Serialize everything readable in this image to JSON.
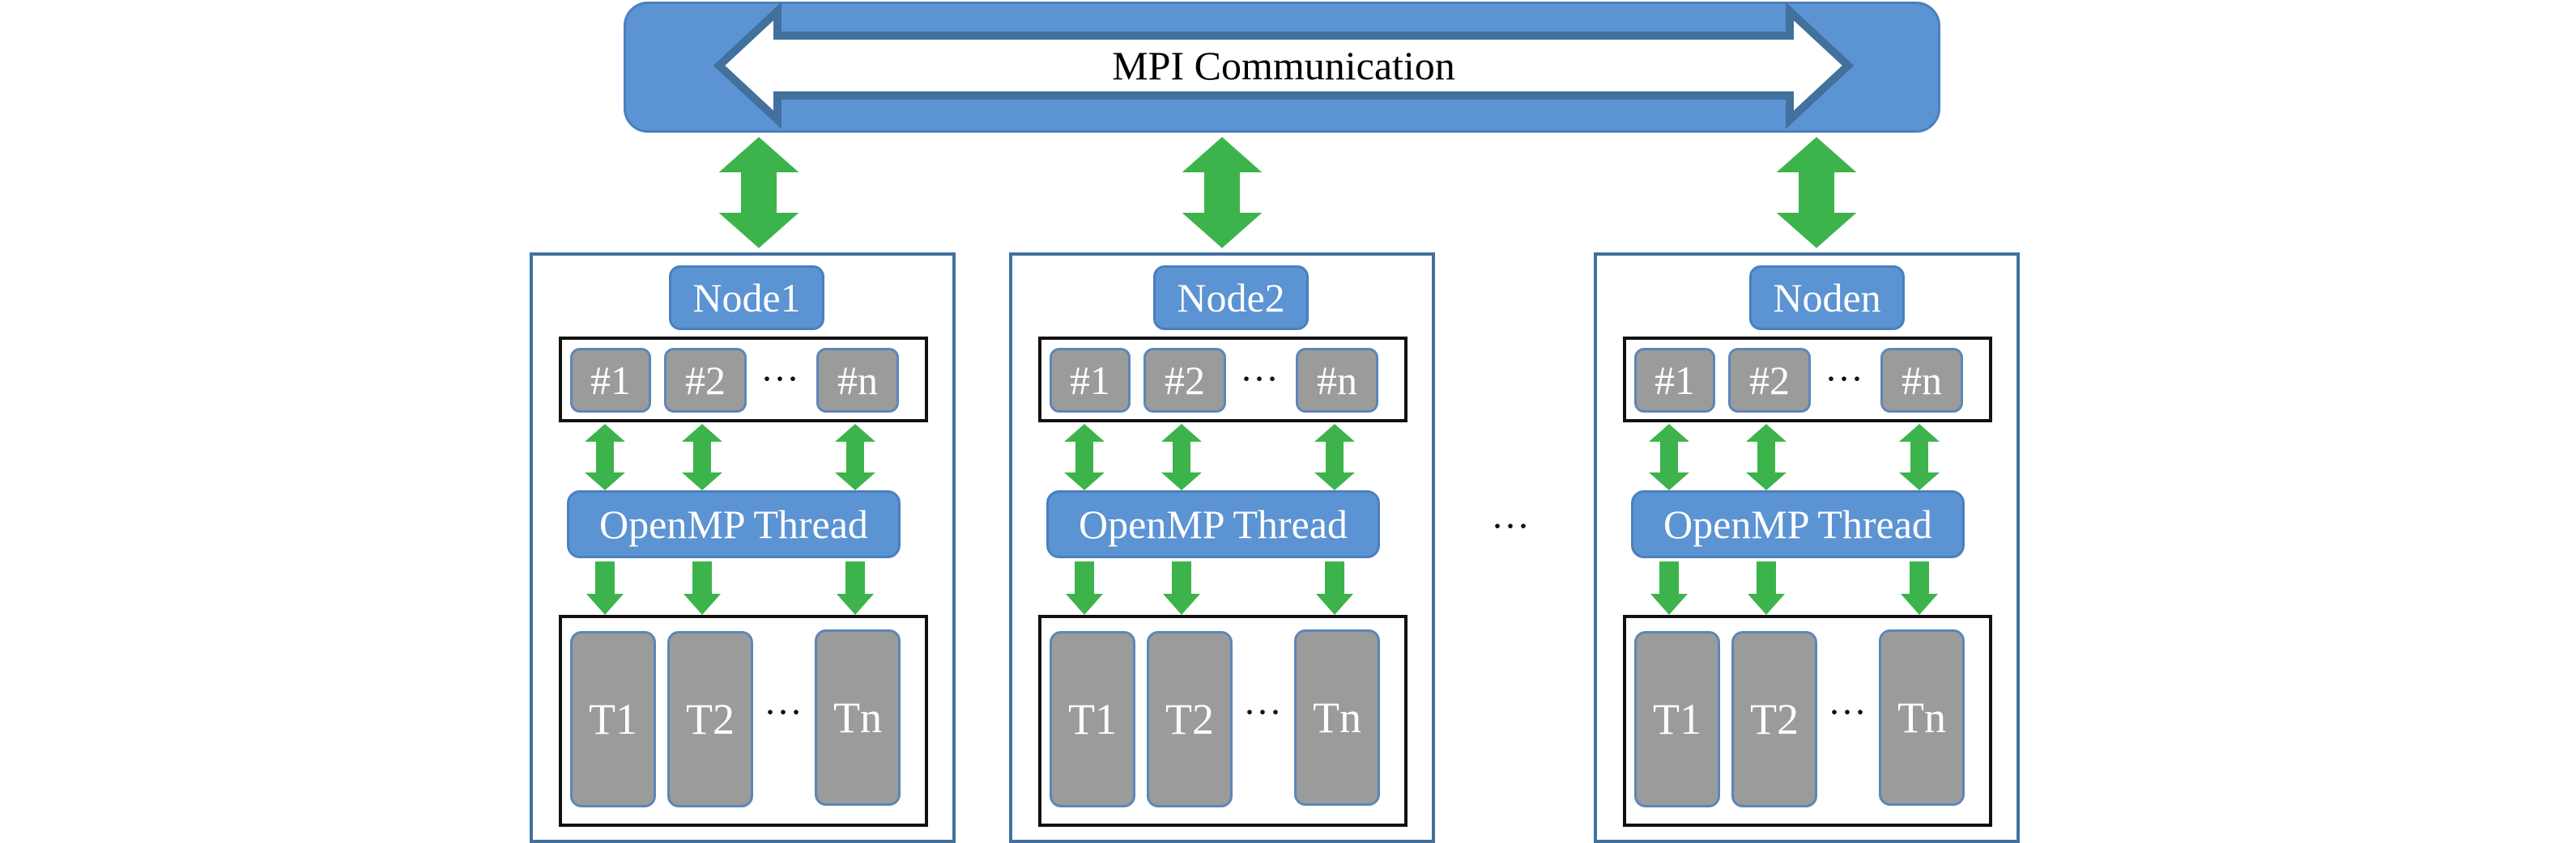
{
  "mpi": {
    "label": "MPI Communication"
  },
  "nodes": [
    {
      "label": "Node1"
    },
    {
      "label": "Node2"
    },
    {
      "label": "Noden"
    }
  ],
  "process_labels": [
    "#1",
    "#2",
    "#n"
  ],
  "thread_labels": [
    "T1",
    "T2",
    "Tn"
  ],
  "openmp_label": "OpenMP Thread",
  "ellipsis": "···",
  "colors": {
    "bus_fill": "#5b93d3",
    "bus_border": "#41719c",
    "arrow_green": "#3cb44b",
    "frame_border": "#41719c",
    "process_gray": "#9b9b9b"
  }
}
